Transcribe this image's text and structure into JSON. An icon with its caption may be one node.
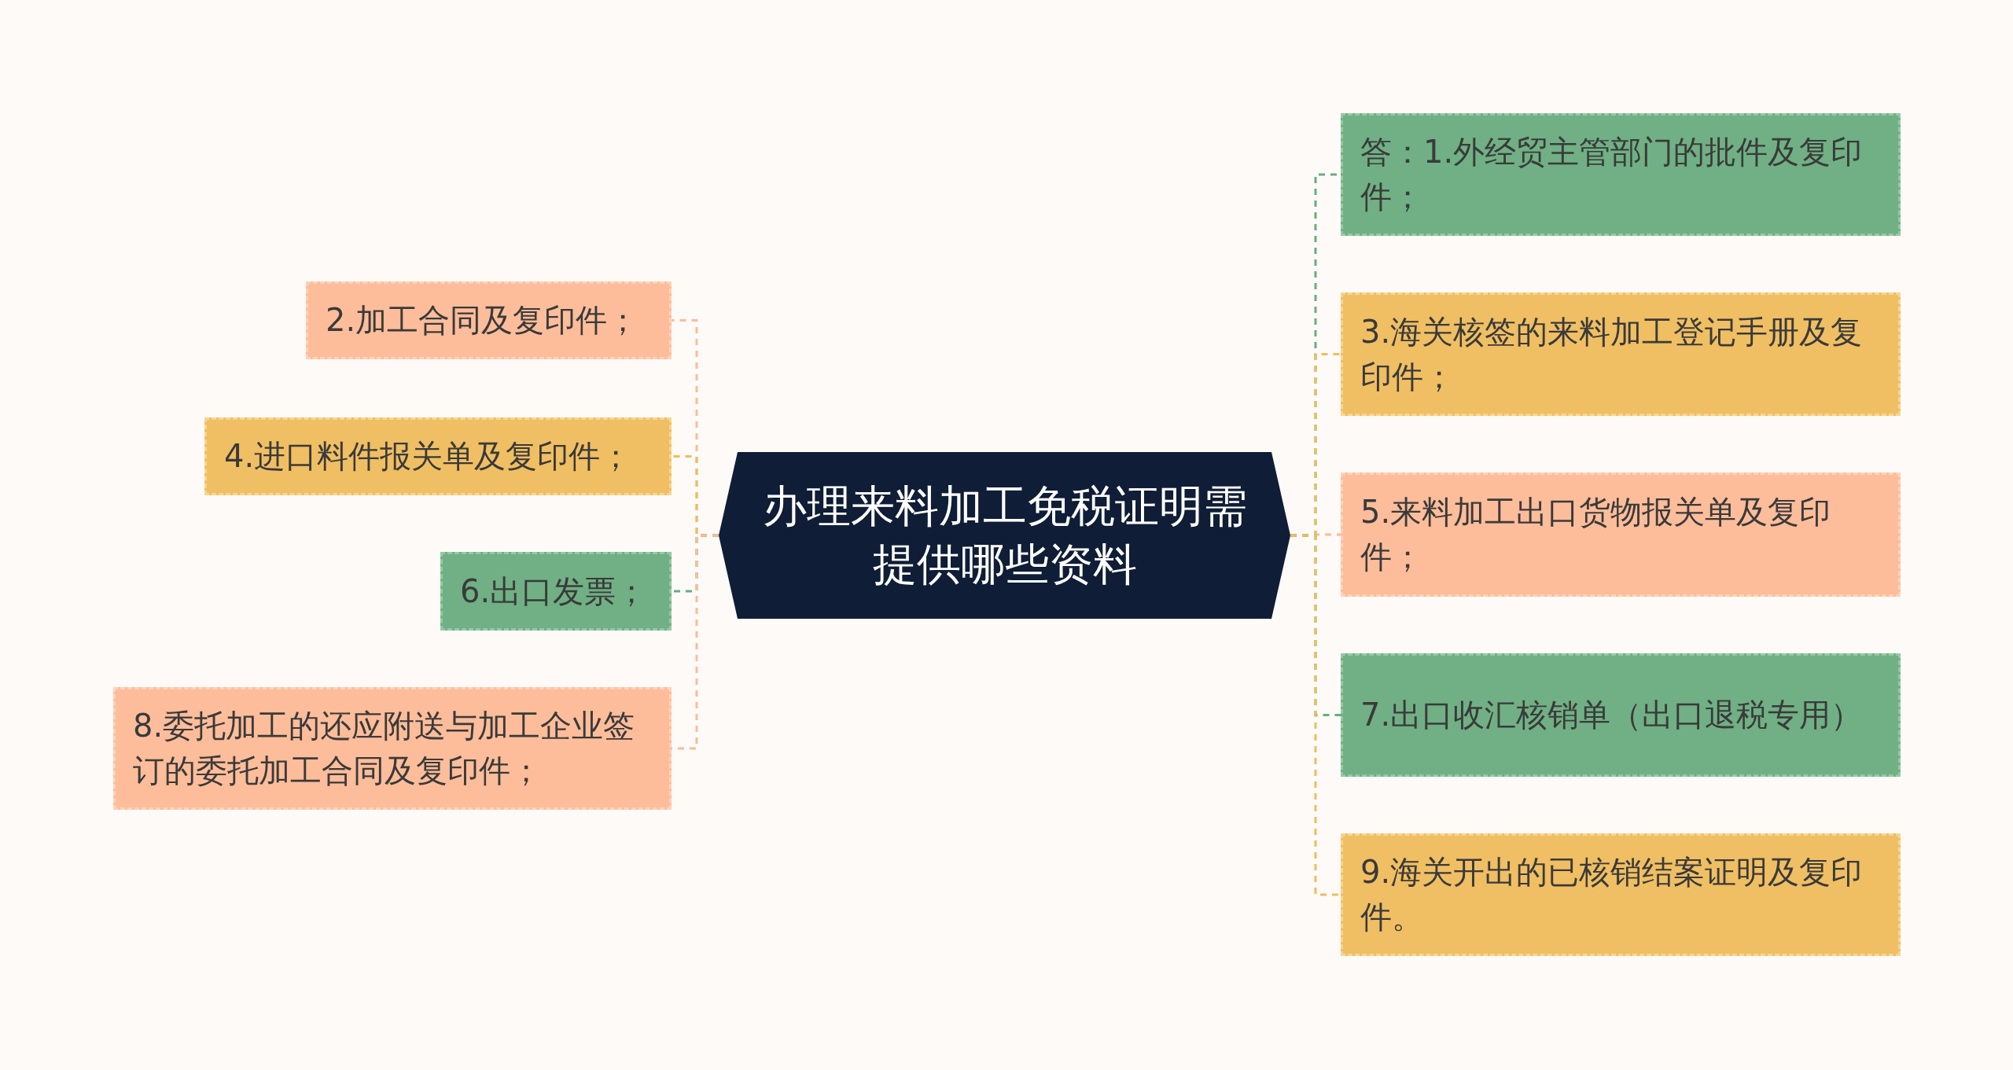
{
  "diagram": {
    "nodes": [
      {
        "text": [
          "办理来料加工免税证明需提供哪些资料"
        ]
      },
      {
        "text": [
          "2.加工合同及复印件；"
        ]
      },
      {
        "text": [
          "4.进口料件报关单及复印件；"
        ]
      },
      {
        "text": [
          "6.出口发票；"
        ]
      },
      {
        "text": [
          "8.委托加工的还应附送与加工企业签订的委托加工合同及复印件；"
        ]
      },
      {
        "text": [
          "答：1.外经贸主管部门的批件及复印件；"
        ]
      },
      {
        "text": [
          "3.海关核签的来料加工登记手册及复印件；"
        ]
      },
      {
        "text": [
          "5.来料加工出口货物报关单及复印件；"
        ]
      },
      {
        "text": [
          "7.出口收汇核销单（出口退税专用）"
        ]
      },
      {
        "text": [
          "9.海关开出的已核销结案证明及复印件。"
        ]
      }
    ],
    "edges": [
      {
        "from": 0,
        "to": 1,
        "arrow": "none",
        "style": "dashed",
        "color": "#fdbb96"
      },
      {
        "from": 0,
        "to": 2,
        "arrow": "none",
        "style": "dashed",
        "color": "#efbd5f"
      },
      {
        "from": 0,
        "to": 3,
        "arrow": "none",
        "style": "dashed",
        "color": "#6aad7f"
      },
      {
        "from": 0,
        "to": 4,
        "arrow": "none",
        "style": "dashed",
        "color": "#fdbb96"
      },
      {
        "from": 0,
        "to": 5,
        "arrow": "none",
        "style": "dashed",
        "color": "#6aad7f"
      },
      {
        "from": 0,
        "to": 6,
        "arrow": "none",
        "style": "dashed",
        "color": "#efbd5f"
      },
      {
        "from": 0,
        "to": 7,
        "arrow": "none",
        "style": "dashed",
        "color": "#fdbb96"
      },
      {
        "from": 0,
        "to": 8,
        "arrow": "none",
        "style": "dashed",
        "color": "#6aad7f"
      },
      {
        "from": 0,
        "to": 9,
        "arrow": "none",
        "style": "dashed",
        "color": "#efbd5f"
      }
    ]
  }
}
